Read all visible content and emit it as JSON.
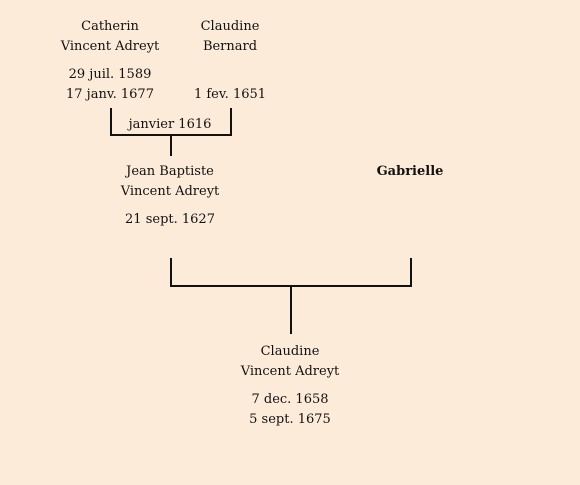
{
  "persons": {
    "catherin": {
      "name_line1": "Catherin",
      "name_line2": "Vincent Adreyt",
      "birth": "29 juil. 1589",
      "death": "17 janv. 1677"
    },
    "claudine_bernard": {
      "name_line1": "Claudine",
      "name_line2": "Bernard",
      "birth": "",
      "death": "1 fev. 1651"
    },
    "jean_baptiste": {
      "name_line1": "Jean Baptiste",
      "name_line2": "Vincent Adreyt",
      "birth": "21 sept. 1627"
    },
    "gabrielle": {
      "name": "Gabrielle"
    },
    "claudine_vincent": {
      "name_line1": "Claudine",
      "name_line2": "Vincent Adreyt",
      "birth": "7 dec. 1658",
      "death": "5 sept. 1675"
    }
  },
  "marriages": {
    "parents": {
      "date": "janvier 1616"
    }
  }
}
